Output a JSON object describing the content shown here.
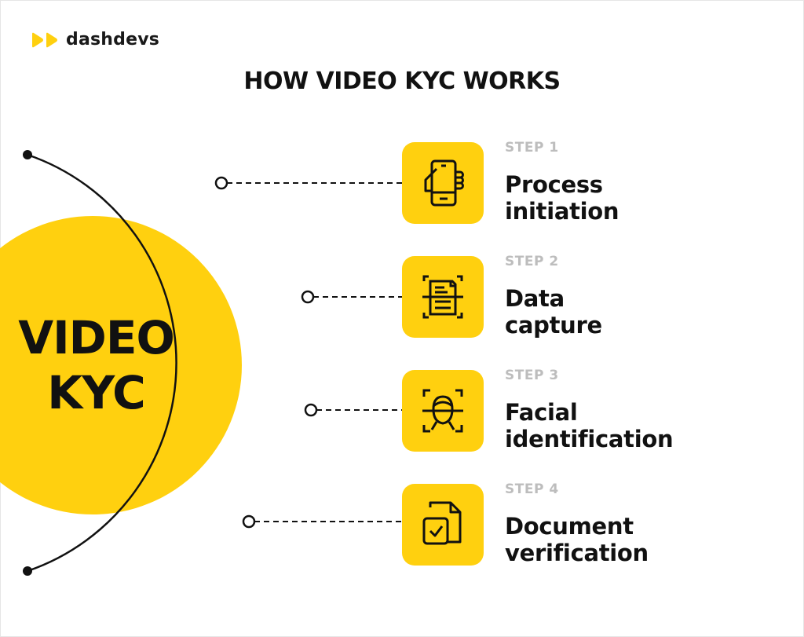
{
  "brand": {
    "name": "dashdevs",
    "accent": "#FFD00F"
  },
  "title": "HOW VIDEO KYC WORKS",
  "center": {
    "line1": "VIDEO",
    "line2": "KYC"
  },
  "steps": [
    {
      "label": "STEP 1",
      "title1": "Process",
      "title2": "initiation",
      "icon": "hand-phone-icon"
    },
    {
      "label": "STEP 2",
      "title1": "Data",
      "title2": "capture",
      "icon": "document-scan-icon"
    },
    {
      "label": "STEP 3",
      "title1": "Facial",
      "title2": "identification",
      "icon": "face-scan-icon"
    },
    {
      "label": "STEP 4",
      "title1": "Document",
      "title2": "verification",
      "icon": "document-check-icon"
    }
  ]
}
